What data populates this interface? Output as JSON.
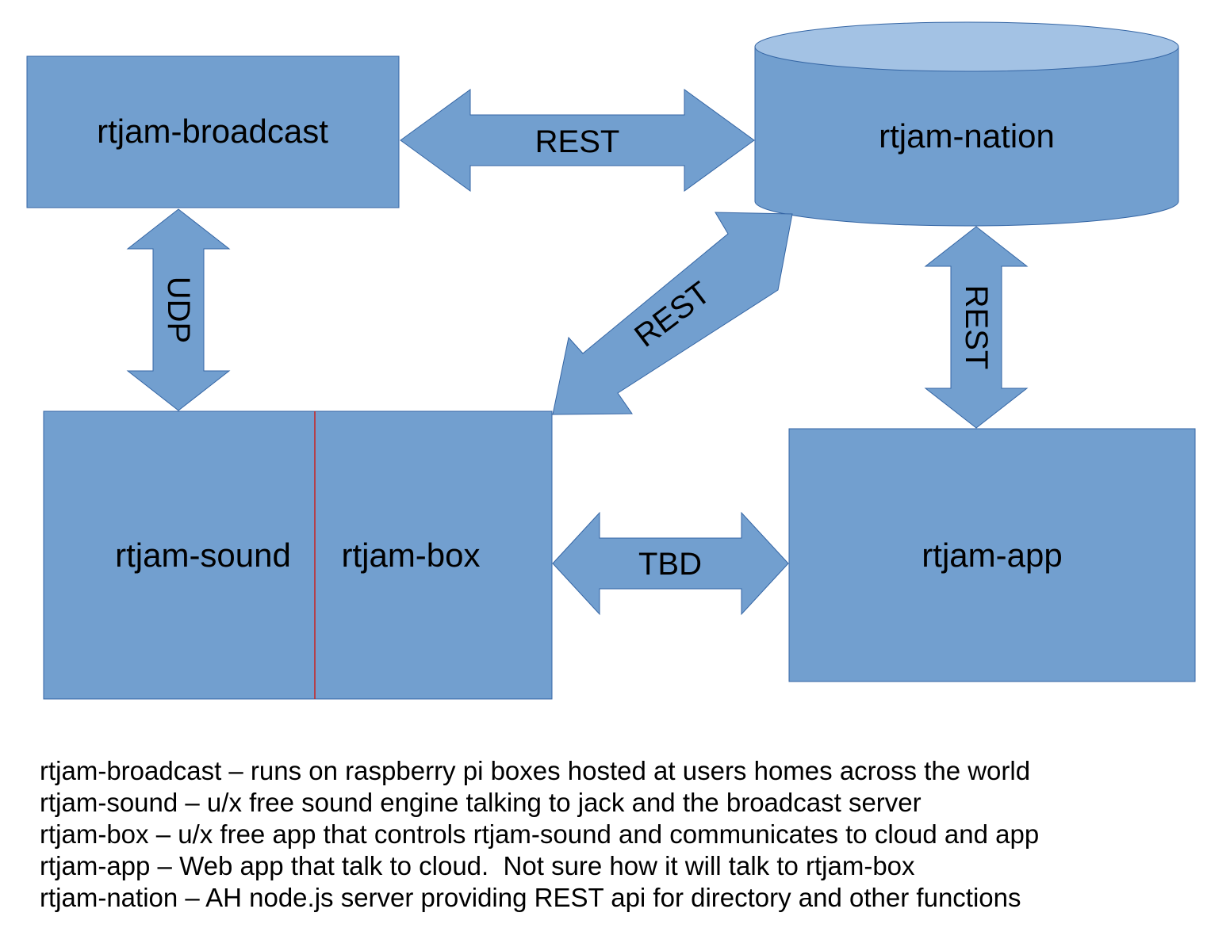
{
  "colors": {
    "shape_fill": "#729fcf",
    "shape_stroke": "#3465a4",
    "cylinder_top": "#a3c2e4",
    "divider": "#c9211e",
    "text": "#000000"
  },
  "nodes": {
    "broadcast": {
      "label": "rtjam-broadcast",
      "shape": "rectangle"
    },
    "nation": {
      "label": "rtjam-nation",
      "shape": "cylinder"
    },
    "sound": {
      "label": "rtjam-sound",
      "shape": "rectangle"
    },
    "box": {
      "label": "rtjam-box",
      "shape": "rectangle"
    },
    "app": {
      "label": "rtjam-app",
      "shape": "rectangle"
    }
  },
  "edges": {
    "broadcast_nation": {
      "label": "REST",
      "from": "rtjam-broadcast",
      "to": "rtjam-nation",
      "direction": "bidirectional"
    },
    "broadcast_sound": {
      "label": "UDP",
      "from": "rtjam-broadcast",
      "to": "rtjam-sound",
      "direction": "bidirectional"
    },
    "box_nation": {
      "label": "REST",
      "from": "rtjam-box",
      "to": "rtjam-nation",
      "direction": "bidirectional"
    },
    "nation_app": {
      "label": "REST",
      "from": "rtjam-nation",
      "to": "rtjam-app",
      "direction": "bidirectional"
    },
    "box_app": {
      "label": "TBD",
      "from": "rtjam-box",
      "to": "rtjam-app",
      "direction": "bidirectional"
    }
  },
  "legend": [
    "rtjam-broadcast – runs on raspberry pi boxes hosted at users homes across the world",
    "rtjam-sound – u/x free sound engine talking to jack and the broadcast server",
    "rtjam-box – u/x free app that controls rtjam-sound and communicates to cloud and app",
    "rtjam-app – Web app that talk to cloud.  Not sure how it will talk to rtjam-box",
    "rtjam-nation – AH node.js server providing REST api for directory and other functions"
  ]
}
